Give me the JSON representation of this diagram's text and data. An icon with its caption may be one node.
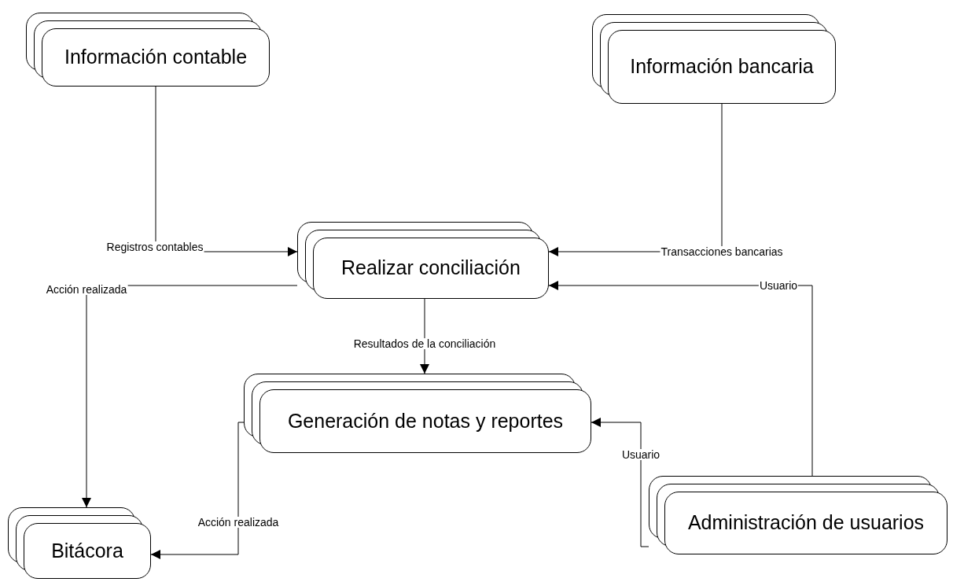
{
  "diagram": {
    "nodes": [
      {
        "text": [
          "Información contable"
        ]
      },
      {
        "text": [
          "Información bancaria"
        ]
      },
      {
        "text": [
          "Realizar conciliación"
        ]
      },
      {
        "text": [
          "Generación de notas y reportes"
        ]
      },
      {
        "text": [
          "Bitácora"
        ]
      },
      {
        "text": [
          "Administración de usuarios"
        ]
      }
    ],
    "edges": [
      {
        "from": 0,
        "to": 2,
        "arrow": "to",
        "label": "Registros contables"
      },
      {
        "from": 1,
        "to": 2,
        "arrow": "to",
        "label": "Transacciones bancarias"
      },
      {
        "from": 2,
        "to": 4,
        "arrow": "to",
        "label": "Acción realizada"
      },
      {
        "from": 2,
        "to": 3,
        "arrow": "to",
        "label": "Resultados de la conciliación"
      },
      {
        "from": 3,
        "to": 4,
        "arrow": "to",
        "label": "Acción realizada"
      },
      {
        "from": 5,
        "to": 3,
        "arrow": "to",
        "label": "Usuario"
      },
      {
        "from": 5,
        "to": 2,
        "arrow": "to",
        "label": "Usuario"
      }
    ]
  }
}
